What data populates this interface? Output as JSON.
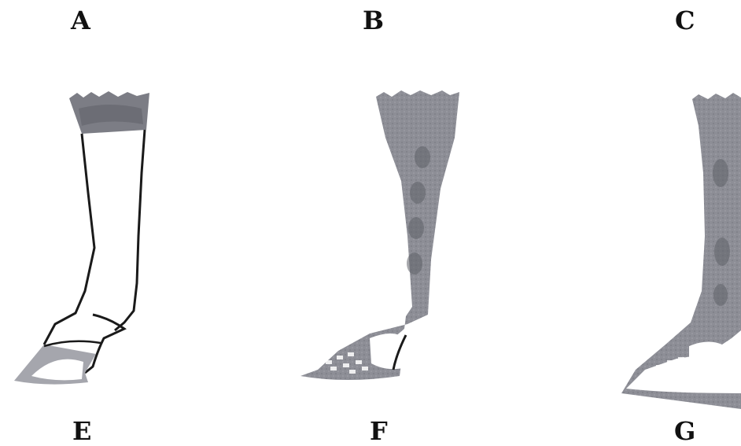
{
  "panels": {
    "top": [
      "A",
      "B",
      "C"
    ],
    "bottom": [
      "E",
      "F",
      "G"
    ]
  },
  "colors": {
    "bandage": "#8a8b93",
    "bandage_dark": "#5f6068",
    "outline": "#1a1a1a",
    "hoof_gray": "#9a9ba2"
  }
}
